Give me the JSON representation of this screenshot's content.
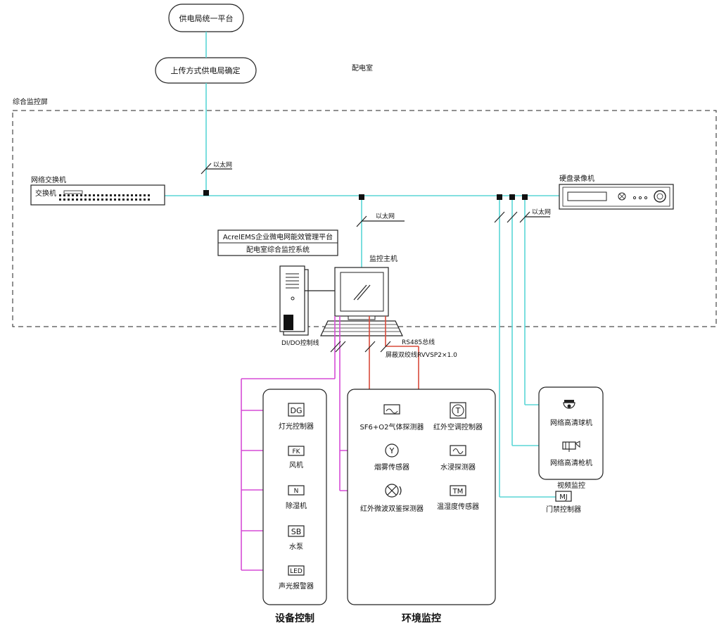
{
  "top": {
    "platform": "供电局统一平台",
    "upload": "上传方式供电局确定",
    "room": "配电室",
    "screen": "综合监控屏"
  },
  "network": {
    "switch_group": "网络交换机",
    "switch_label": "交换机",
    "ethernet": "以太网",
    "nvr": "硬盘录像机"
  },
  "host": {
    "platform_line1": "AcrelEMS企业微电网能效管理平台",
    "platform_line2": "配电室综合监控系统",
    "host_label": "监控主机",
    "dido": "DI/DO控制线",
    "rs485": "RS485总线",
    "cable": "屏蔽双绞线RVVSP2×1.0"
  },
  "equipment": {
    "title": "设备控制",
    "items": [
      {
        "code": "DG",
        "label": "灯光控制器"
      },
      {
        "code": "FK",
        "label": "风机"
      },
      {
        "code": "N",
        "label": "除湿机"
      },
      {
        "code": "SB",
        "label": "水泵"
      },
      {
        "code": "LED",
        "label": "声光报警器"
      }
    ]
  },
  "environment": {
    "title": "环境监控",
    "left": [
      {
        "code": "~",
        "label": "SF6+O2气体探测器"
      },
      {
        "code": "Y",
        "label": "烟雾传感器"
      },
      {
        "code": "⊗",
        "label": "红外微波双鉴探测器"
      }
    ],
    "right": [
      {
        "code": "T",
        "label": "红外空调控制器"
      },
      {
        "code": "∿",
        "label": "水浸探测器"
      },
      {
        "code": "TM",
        "label": "温湿度传感器"
      }
    ]
  },
  "video": {
    "dome": "网络高清球机",
    "bullet": "网络高清枪机",
    "title": "视频监控",
    "door_code": "MJ",
    "door": "门禁控制器"
  },
  "colors": {
    "ethernet": "#5ad6d6",
    "dido": "#d64bd6",
    "rs485": "#d84a3a"
  }
}
